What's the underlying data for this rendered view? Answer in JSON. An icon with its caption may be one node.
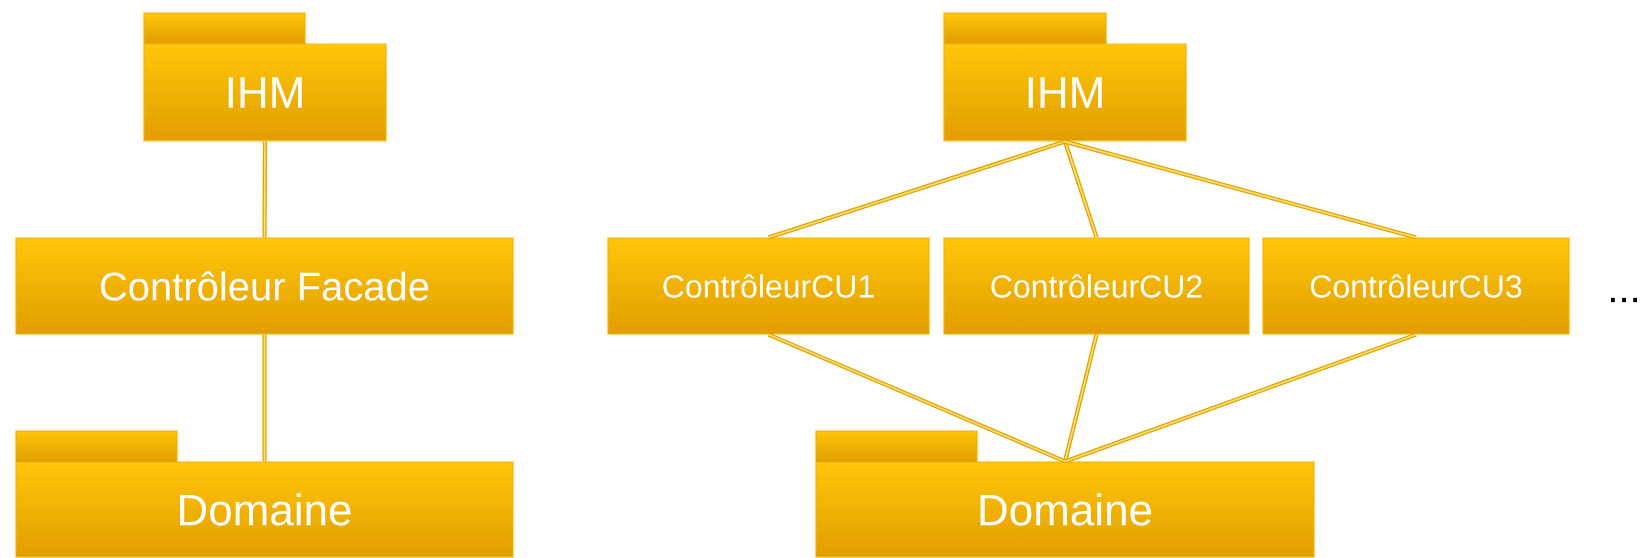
{
  "diagram": {
    "nodes": [
      {
        "text": [
          "IHM"
        ]
      },
      {
        "text": [
          "Contrôleur Facade"
        ]
      },
      {
        "text": [
          "Domaine"
        ]
      },
      {
        "text": [
          "IHM"
        ]
      },
      {
        "text": [
          "ContrôleurCU1"
        ]
      },
      {
        "text": [
          "ContrôleurCU2"
        ]
      },
      {
        "text": [
          "ContrôleurCU3"
        ]
      },
      {
        "text": [
          "Domaine"
        ]
      }
    ],
    "edges": [
      {
        "from": 0,
        "to": 1,
        "arrow": "none"
      },
      {
        "from": 1,
        "to": 2,
        "arrow": "none"
      },
      {
        "from": 3,
        "to": 4,
        "arrow": "none"
      },
      {
        "from": 3,
        "to": 5,
        "arrow": "none"
      },
      {
        "from": 3,
        "to": 6,
        "arrow": "none"
      },
      {
        "from": 4,
        "to": 7,
        "arrow": "none"
      },
      {
        "from": 5,
        "to": 7,
        "arrow": "none"
      },
      {
        "from": 6,
        "to": 7,
        "arrow": "none"
      }
    ],
    "labels": [
      "..."
    ]
  }
}
